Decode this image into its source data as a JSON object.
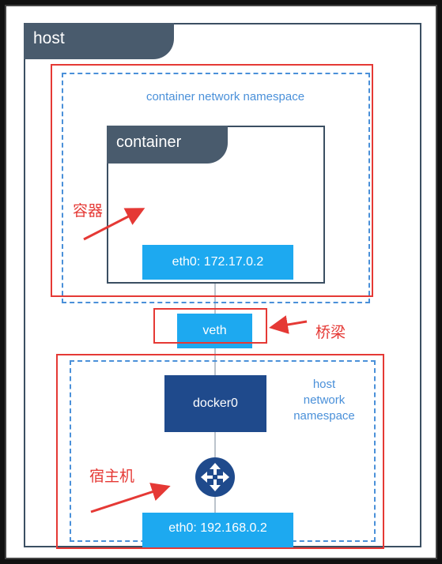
{
  "host": {
    "title": "host"
  },
  "container_ns": {
    "label": "container network namespace"
  },
  "container": {
    "title": "container",
    "eth": "eth0: 172.17.0.2"
  },
  "veth": {
    "label": "veth"
  },
  "host_ns": {
    "line1": "host",
    "line2": "network",
    "line3": "namespace"
  },
  "docker0": {
    "label": "docker0"
  },
  "host_eth": {
    "label": "eth0: 192.168.0.2"
  },
  "annotations": {
    "container": "容器",
    "bridge": "桥梁",
    "host_machine": "宿主机"
  },
  "colors": {
    "accent_blue": "#1da9f0",
    "dark_blue": "#1f4a8c",
    "slate": "#495b6d",
    "annotation_red": "#e53935",
    "dash_blue": "#4a90d9"
  },
  "icons": {
    "router": "router-icon"
  }
}
